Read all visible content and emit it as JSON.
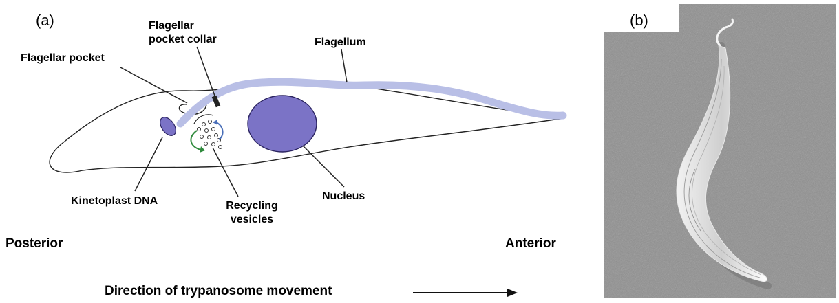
{
  "panel_a": {
    "label": "(a)",
    "labels": {
      "flagellar_pocket": "Flagellar pocket",
      "flagellar_pocket_collar_1": "Flagellar",
      "flagellar_pocket_collar_2": "pocket collar",
      "flagellum": "Flagellum",
      "kinetoplast_dna": "Kinetoplast DNA",
      "recycling_vesicles_1": "Recycling",
      "recycling_vesicles_2": "vesicles",
      "nucleus": "Nucleus",
      "posterior": "Posterior",
      "anterior": "Anterior",
      "direction": "Direction of trypanosome movement"
    },
    "colors": {
      "flagellum": "#b9bfe6",
      "organelle": "#7b73c6",
      "organelle_stroke": "#2b2460",
      "vesicle_arrow_green": "#2f8a3c",
      "vesicle_arrow_blue": "#4a6fb8"
    }
  },
  "panel_b": {
    "label": "(b)",
    "image": "scanning-electron-micrograph-of-trypanosome",
    "background": "#8f8f8f"
  }
}
